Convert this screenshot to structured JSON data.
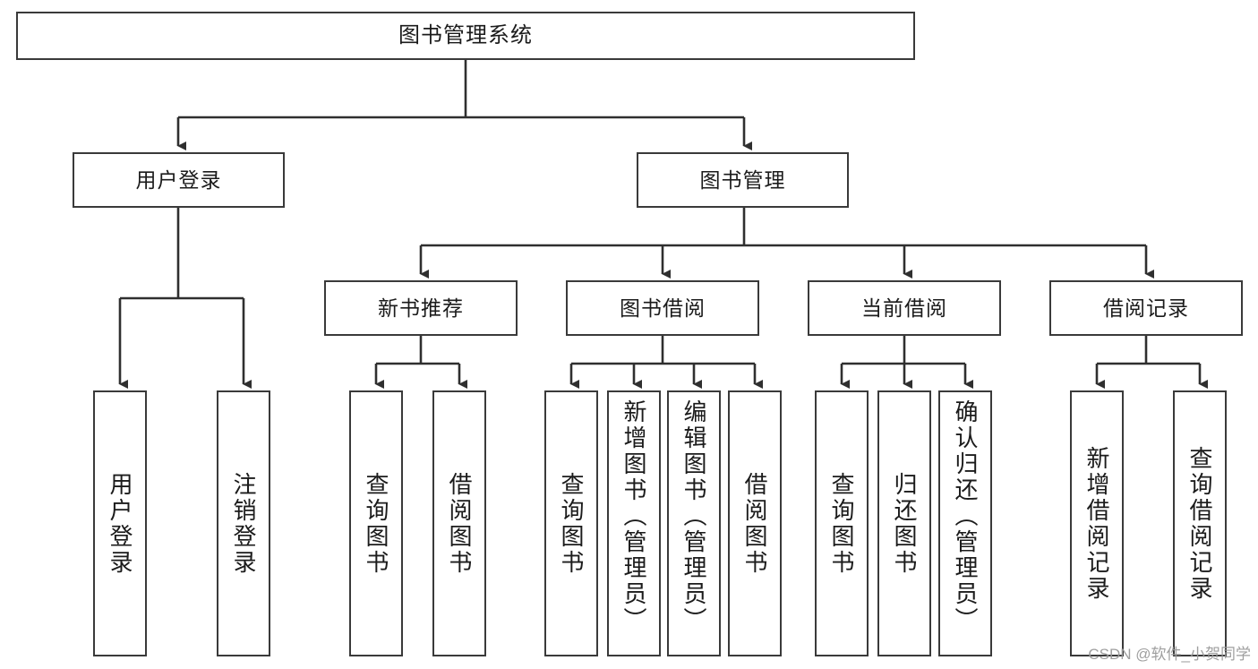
{
  "diagram": {
    "title": "图书管理系统",
    "type": "tree-hierarchy",
    "watermark": "CSDN @软件_小贺同学",
    "colors": {
      "box_border": "#3a3a3a",
      "box_fill": "#ffffff",
      "text": "#1b1b1b",
      "connector": "#2f2f2f",
      "watermark": "#9a9a9a"
    },
    "root": {
      "label": "图书管理系统"
    },
    "level2": [
      {
        "id": "user-login",
        "label": "用户登录"
      },
      {
        "id": "book-management",
        "label": "图书管理"
      }
    ],
    "level3": [
      {
        "id": "new-book-recommend",
        "label": "新书推荐"
      },
      {
        "id": "book-borrow",
        "label": "图书借阅"
      },
      {
        "id": "current-borrow",
        "label": "当前借阅"
      },
      {
        "id": "borrow-record",
        "label": "借阅记录"
      }
    ],
    "leaves": {
      "user_login": [
        {
          "id": "leaf-user-login",
          "label": "用户登录"
        },
        {
          "id": "leaf-logout-login",
          "label": "注销登录"
        }
      ],
      "new_book_recommend": [
        {
          "id": "leaf-query-book-1",
          "label": "查询图书"
        },
        {
          "id": "leaf-borrow-book-1",
          "label": "借阅图书"
        }
      ],
      "book_borrow": [
        {
          "id": "leaf-query-book-2",
          "label": "查询图书"
        },
        {
          "id": "leaf-add-book-admin",
          "label": "新增图书（管理员）"
        },
        {
          "id": "leaf-edit-book-admin",
          "label": "编辑图书（管理员）"
        },
        {
          "id": "leaf-borrow-book-2",
          "label": "借阅图书"
        }
      ],
      "current_borrow": [
        {
          "id": "leaf-query-book-3",
          "label": "查询图书"
        },
        {
          "id": "leaf-return-book",
          "label": "归还图书"
        },
        {
          "id": "leaf-confirm-return-admin",
          "label": "确认归还（管理员）"
        }
      ],
      "borrow_record": [
        {
          "id": "leaf-add-borrow-record",
          "label": "新增借阅记录"
        },
        {
          "id": "leaf-query-borrow-record",
          "label": "查询借阅记录"
        }
      ]
    }
  }
}
